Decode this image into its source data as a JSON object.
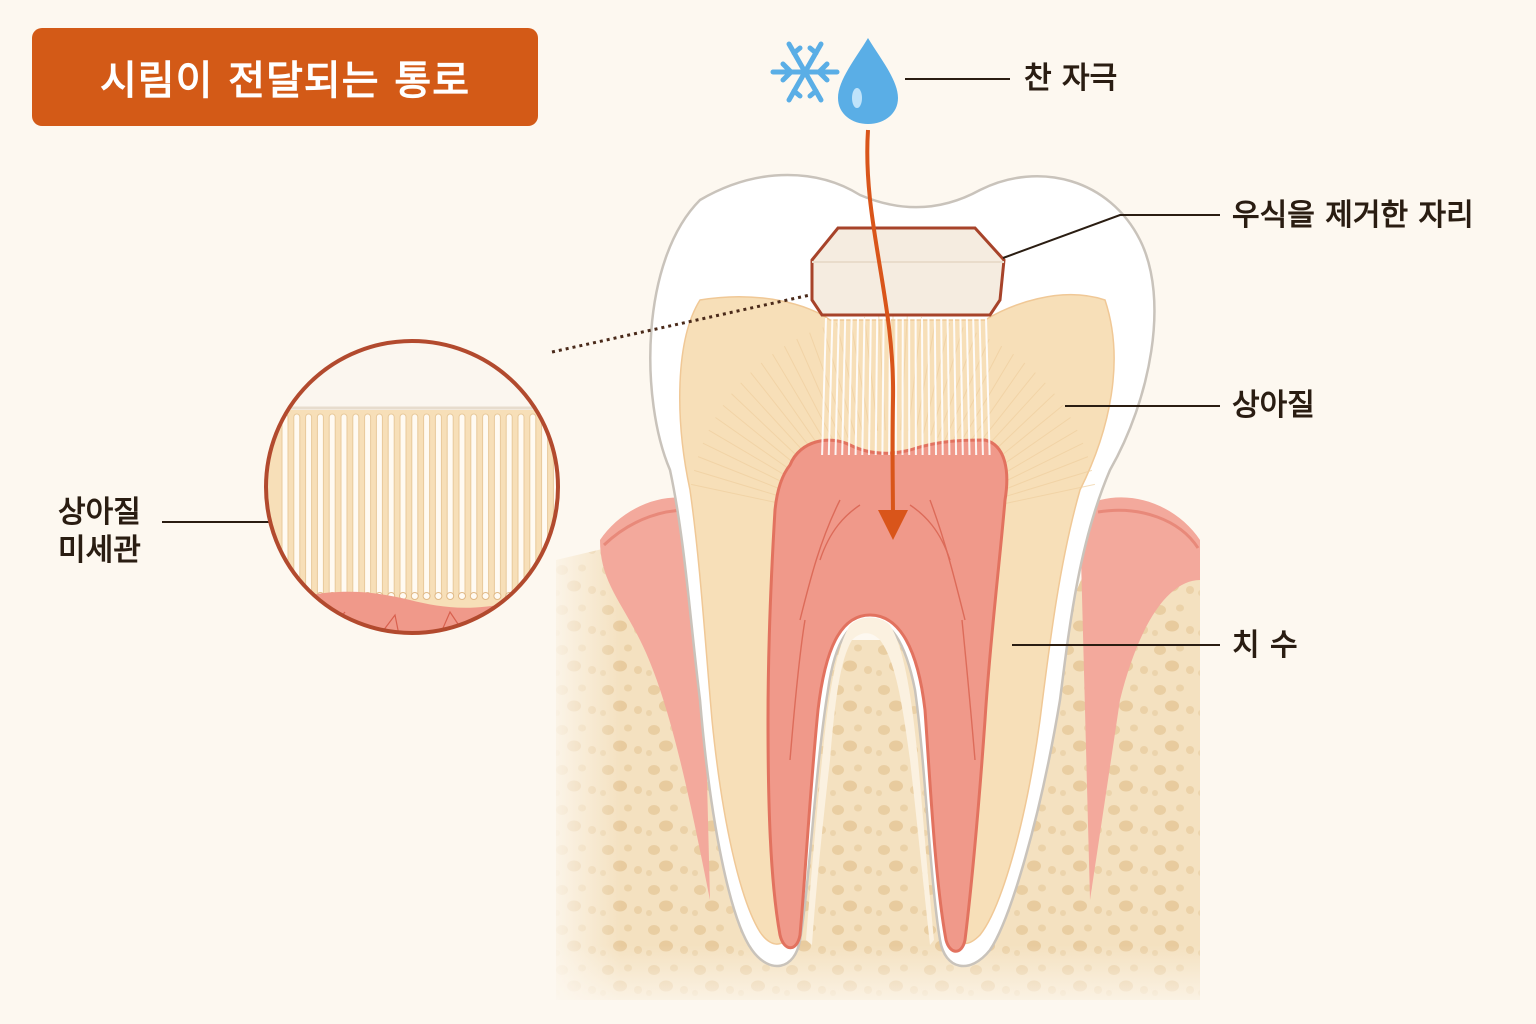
{
  "title": "시림이 전달되는 통로",
  "labels": {
    "cold_stimulus": "찬 자극",
    "removed_caries": "우식을 제거한 자리",
    "dentin": "상아질",
    "pulp": "치 수",
    "tubules_line1": "상아질",
    "tubules_line2": "미세관"
  },
  "colors": {
    "title_bg": "#d35a17",
    "arrow": "#d9551a",
    "pulp": "#f0998a",
    "gum": "#f3a99c",
    "dentin": "#f7dfb8",
    "bone": "#f3dfbc",
    "enamel": "#ffffff",
    "snow_drop": "#5aaee6"
  },
  "icons": [
    "snowflake-icon",
    "water-drop-icon"
  ]
}
